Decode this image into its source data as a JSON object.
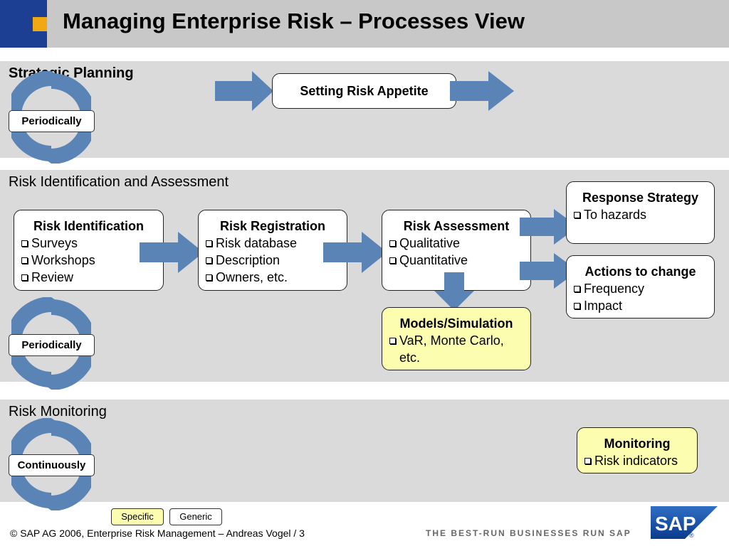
{
  "title": "Managing Enterprise Risk – Processes View",
  "colors": {
    "navy": "#1c3f94",
    "accent": "#f0a814",
    "arrow": "#5b84b6",
    "specific": "#fdfdaf",
    "band": "#dadada"
  },
  "sections": {
    "strategic": {
      "title": "Strategic Planning",
      "frequency": "Periodically",
      "box": {
        "title": "Setting Risk Appetite"
      }
    },
    "identification": {
      "title": "Risk Identification and Assessment",
      "frequency": "Periodically",
      "boxes": {
        "identification": {
          "title": "Risk Identification",
          "items": [
            "Surveys",
            "Workshops",
            "Review"
          ]
        },
        "registration": {
          "title": "Risk Registration",
          "items": [
            "Risk database",
            "Description",
            "Owners, etc."
          ]
        },
        "assessment": {
          "title": "Risk Assessment",
          "items": [
            "Qualitative",
            "Quantitative"
          ]
        },
        "response": {
          "title": "Response Strategy",
          "items": [
            "To hazards"
          ]
        },
        "actions": {
          "title": "Actions to change",
          "items": [
            "Frequency",
            "Impact"
          ]
        },
        "models": {
          "title": "Models/Simulation",
          "items": [
            "VaR, Monte Carlo, etc."
          ]
        }
      }
    },
    "monitoring": {
      "title": "Risk Monitoring",
      "frequency": "Continuously",
      "box": {
        "title": "Monitoring",
        "items": [
          "Risk indicators"
        ]
      }
    }
  },
  "legend": {
    "specific": "Specific",
    "generic": "Generic"
  },
  "footer": {
    "copyright": "© SAP AG 2006, Enterprise Risk Management – Andreas Vogel / 3",
    "tagline": "THE BEST-RUN BUSINESSES RUN SAP",
    "logo_text": "SAP",
    "logo_mark": "®"
  }
}
